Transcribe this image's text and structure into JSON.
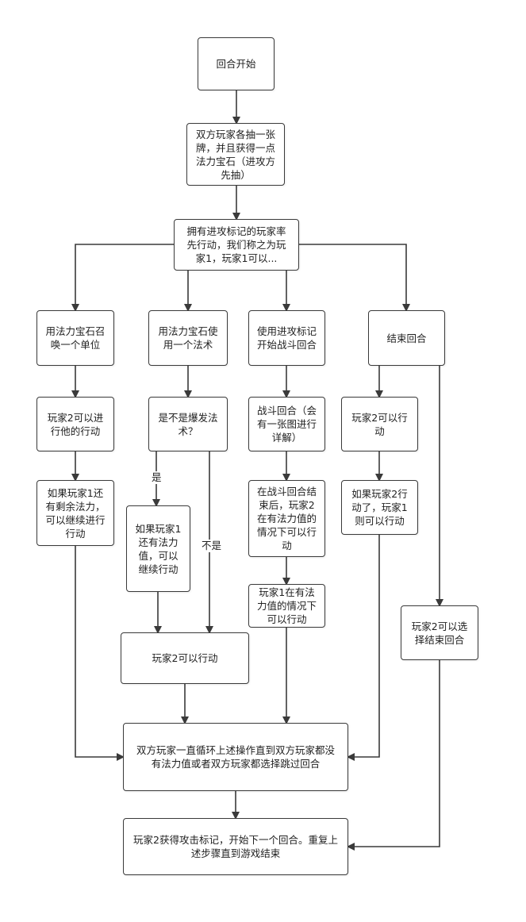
{
  "nodes": {
    "start": "回合开始",
    "draw": "双方玩家各抽一张\n牌，并且获得一点\n法力宝石（进攻方\n先抽）",
    "first_player": "拥有进攻标记的玩家率\n先行动，我们称之为玩\n家1，玩家1可以...",
    "summon": "用法力宝石召\n唤一个单位",
    "spell": "用法力宝石使\n用一个法术",
    "battle": "使用进攻标记\n开始战斗回合",
    "end_turn": "结束回合",
    "p2_act_a": "玩家2可以进\n行他的行动",
    "burst_q": "是不是爆发法\n术？",
    "battle_detail": "战斗回合（会\n有一张图进行\n详解）",
    "p2_act_d": "玩家2可以行\n动",
    "p1_continue": "如果玩家1还\n有剩余法力，\n可以继续进行\n行动",
    "p1_mana": "如果玩家1\n还有法力\n值，可以\n继续行动",
    "after_battle": "在战斗回合结\n束后，玩家2\n在有法力值的\n情况下可以行\n动",
    "p2_acted": "如果玩家2行\n动了，玩家1\n则可以行动",
    "p1_after": "玩家1在有法\n力值的情况下\n可以行动",
    "p2_can_act": "玩家2可以行动",
    "p2_choose_end": "玩家2可以选\n择结束回合",
    "loop": "双方玩家一直循环上述操作直到双方玩家都没\n有法力值或者双方玩家都选择跳过回合",
    "next_round": "玩家2获得攻击标记，开始下一个回合。重复上\n述步骤直到游戏结束"
  },
  "edge_labels": {
    "yes": "是",
    "no": "不是"
  }
}
